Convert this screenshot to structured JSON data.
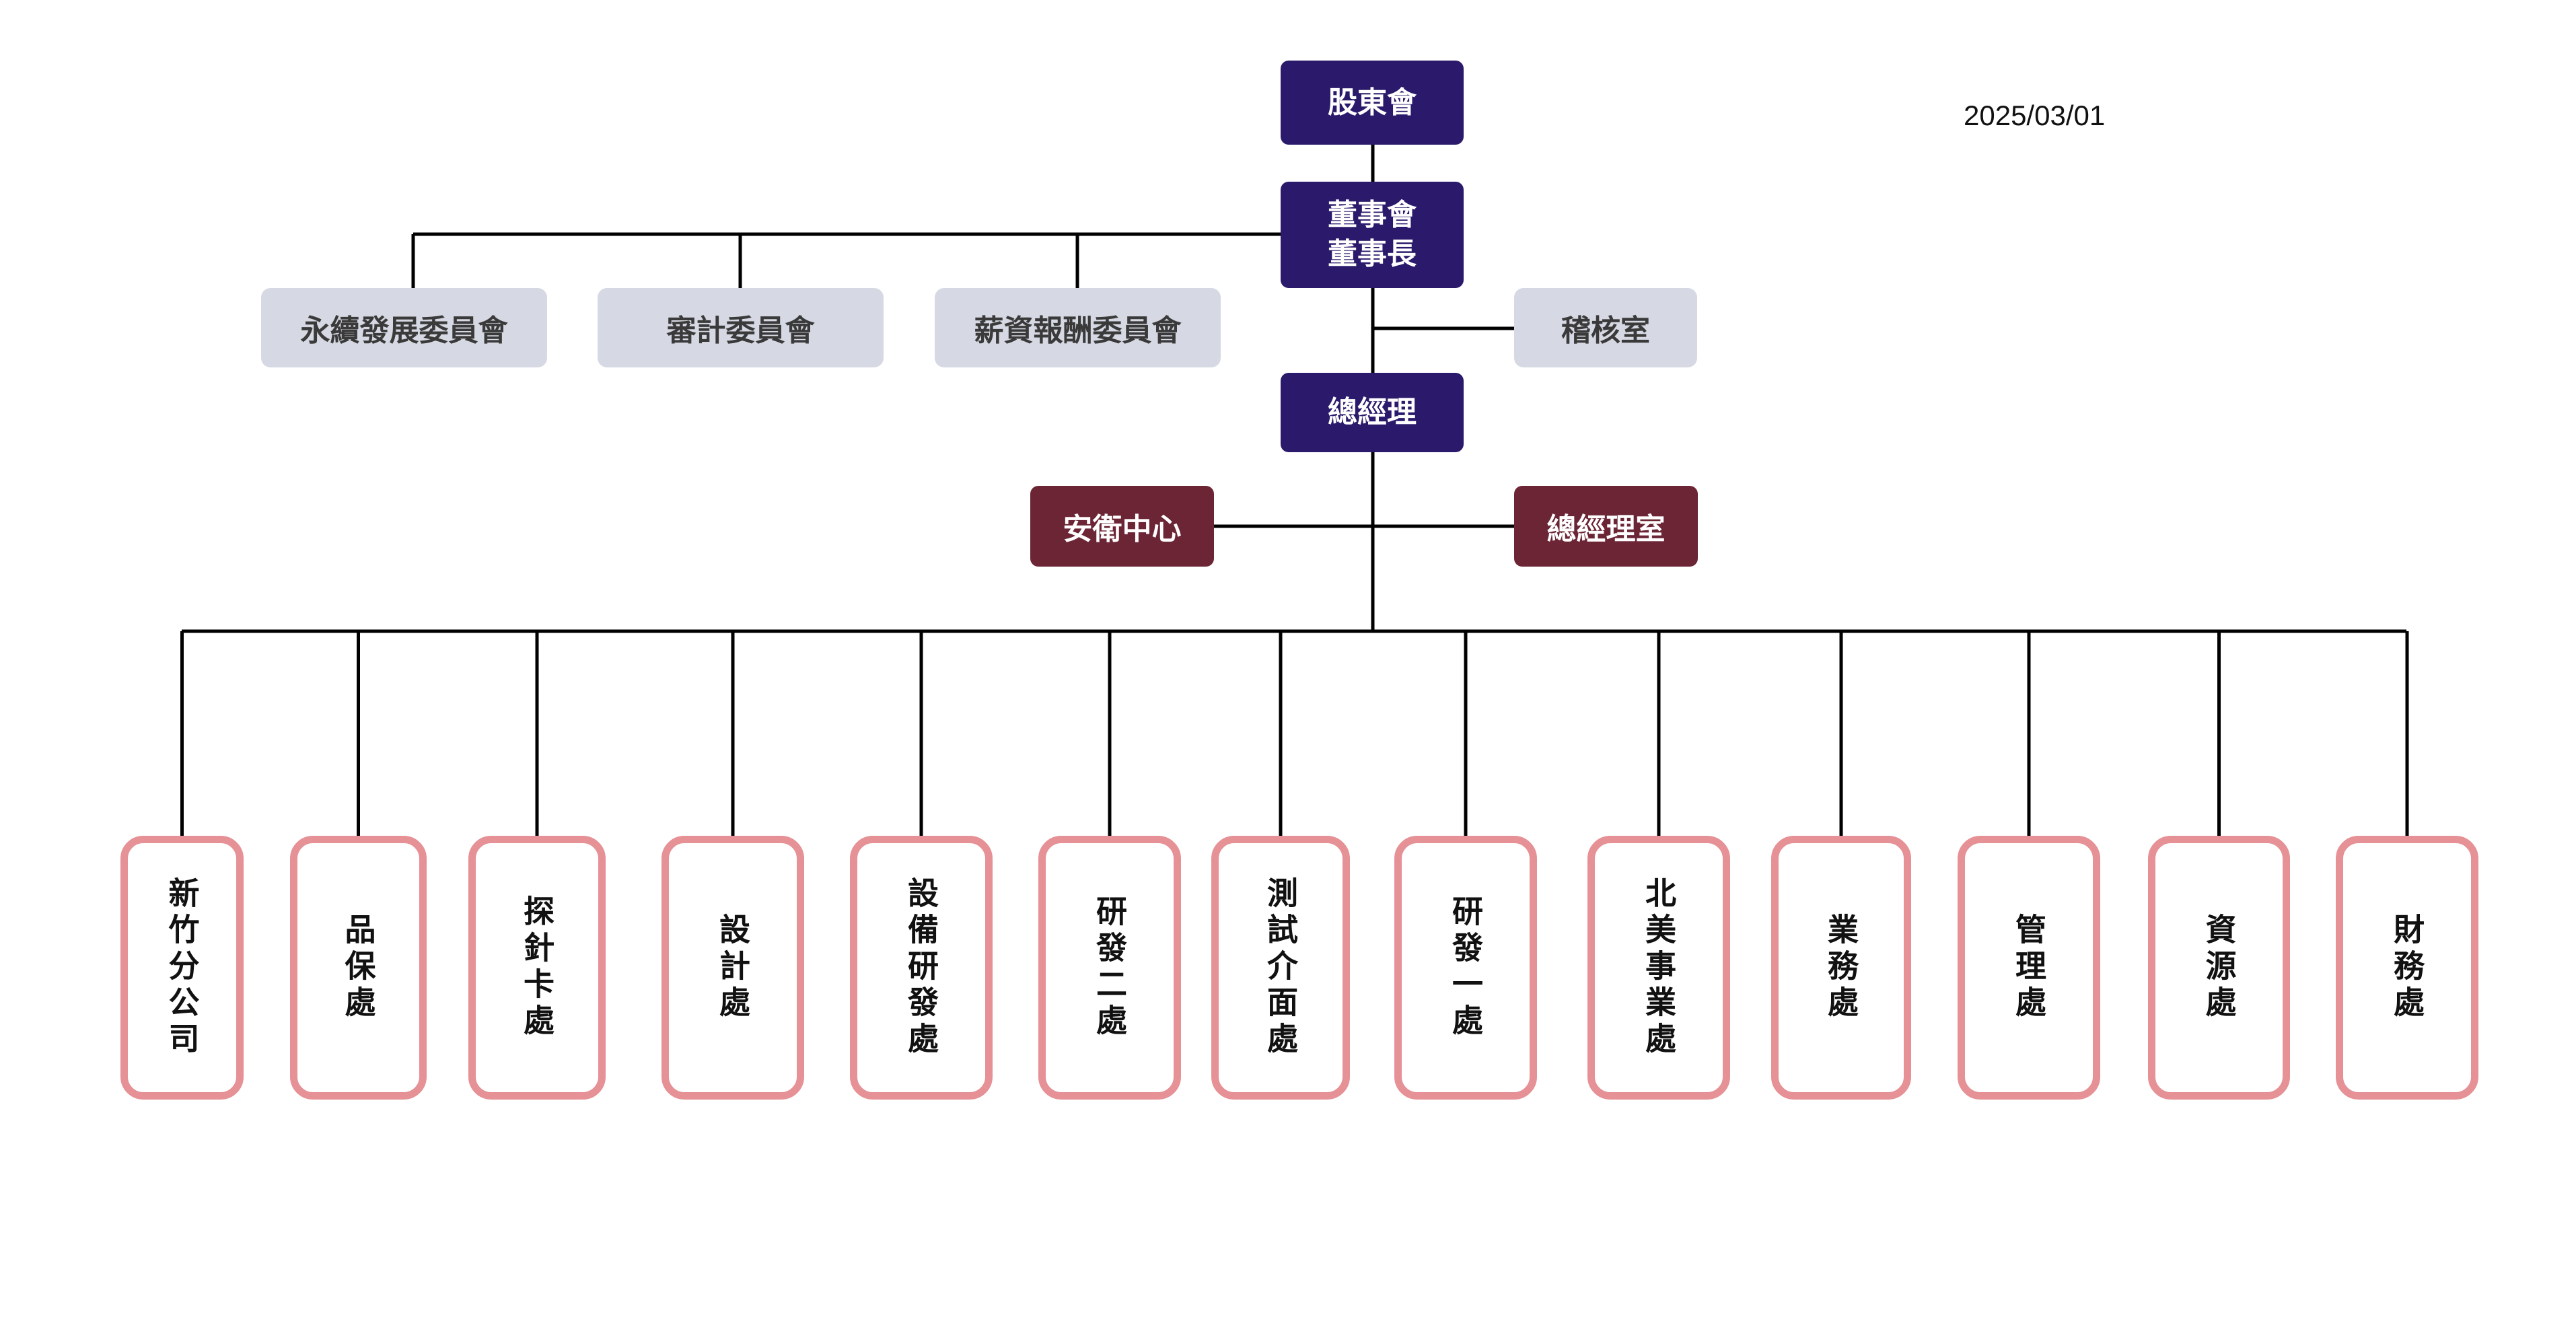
{
  "date": "2025/03/01",
  "top": {
    "shareholders": "股東會",
    "board": [
      "董事會",
      "董事長"
    ],
    "ceo": "總經理"
  },
  "committees": [
    "永續發展委員會",
    "審計委員會",
    "薪資報酬委員會"
  ],
  "audit": "稽核室",
  "staff_units": {
    "left": "安衛中心",
    "right": "總經理室"
  },
  "departments": [
    "新竹分公司",
    "品保處",
    "探針卡處",
    "設計處",
    "設備研發處",
    "研發二處",
    "測試介面處",
    "研發一處",
    "北美事業處",
    "業務處",
    "管理處",
    "資源處",
    "財務處"
  ],
  "colors": {
    "executive": "#2b1a6b",
    "committee": "#d6d9e3",
    "staff": "#6b2535",
    "department_border": "#e59196",
    "line": "#000000"
  }
}
